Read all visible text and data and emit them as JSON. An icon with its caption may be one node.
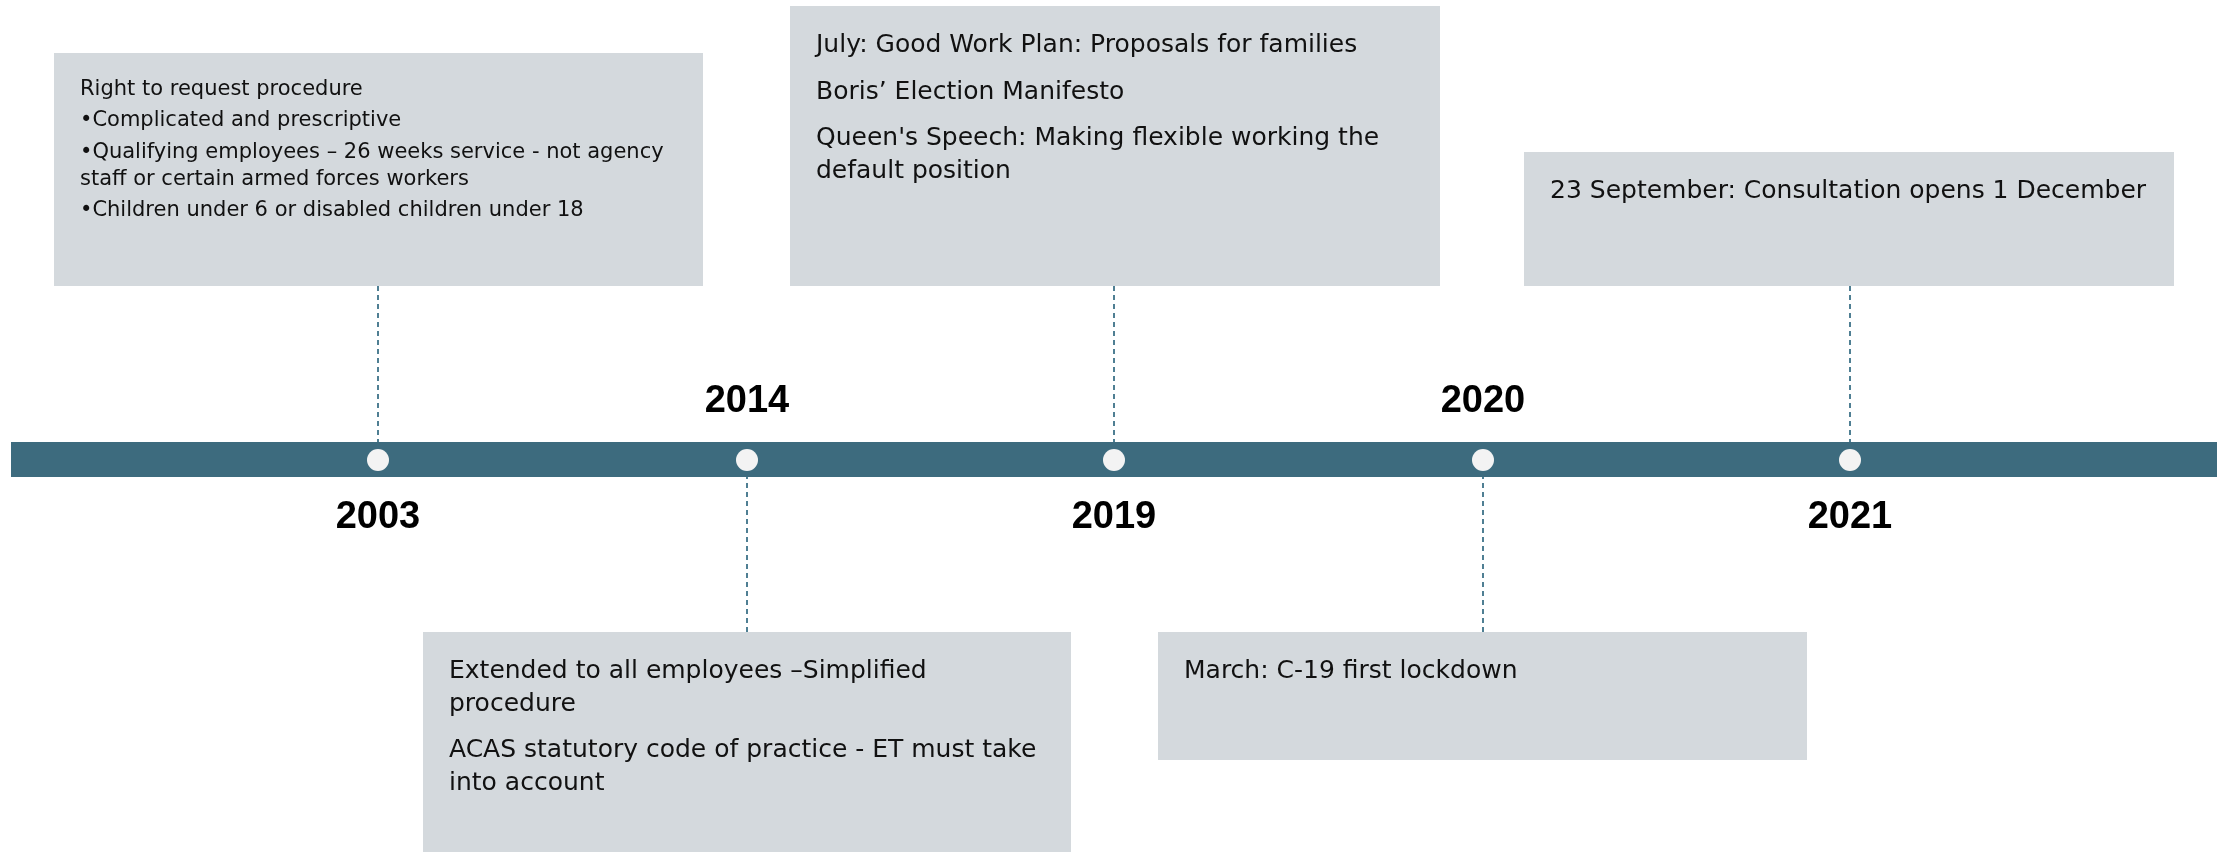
{
  "diagram": {
    "nodes": [
      {
        "text": [
          "Right to request procedure",
          "•Complicated and prescriptive",
          "•Qualifying employees – 26 weeks service - not agency staff or certain armed forces workers",
          "•Children under 6 or disabled children under 18"
        ]
      },
      {
        "text": [
          "July: Good Work Plan: Proposals for families",
          "Boris’ Election Manifesto",
          "Queen's Speech: Making flexible working the default position"
        ]
      },
      {
        "text": [
          "23 September: Consultation opens 1 December"
        ]
      },
      {
        "text": [],
        "shape": "bar"
      },
      {
        "text": [],
        "shape": "circle",
        "in": 3,
        "beside": [
          "2003"
        ]
      },
      {
        "text": [],
        "shape": "circle",
        "in": 3,
        "beside": [
          "2014"
        ]
      },
      {
        "text": [],
        "shape": "circle",
        "in": 3,
        "beside": [
          "2019"
        ]
      },
      {
        "text": [],
        "shape": "circle",
        "in": 3,
        "beside": [
          "2020"
        ]
      },
      {
        "text": [],
        "shape": "circle",
        "in": 3,
        "beside": [
          "2021"
        ]
      },
      {
        "text": [
          "Extended to all employees –Simplified procedure",
          "ACAS statutory code of practice - ET must take into account"
        ]
      },
      {
        "text": [
          "March: C-19 first lockdown"
        ]
      }
    ],
    "edges": [
      {
        "from": 0,
        "to": 4,
        "arrow": "none",
        "style": "dashed"
      },
      {
        "from": 1,
        "to": 6,
        "arrow": "none",
        "style": "dashed"
      },
      {
        "from": 2,
        "to": 8,
        "arrow": "none",
        "style": "dashed"
      },
      {
        "from": 9,
        "to": 5,
        "arrow": "none",
        "style": "dashed"
      },
      {
        "from": 10,
        "to": 7,
        "arrow": "none",
        "style": "dashed"
      }
    ]
  }
}
